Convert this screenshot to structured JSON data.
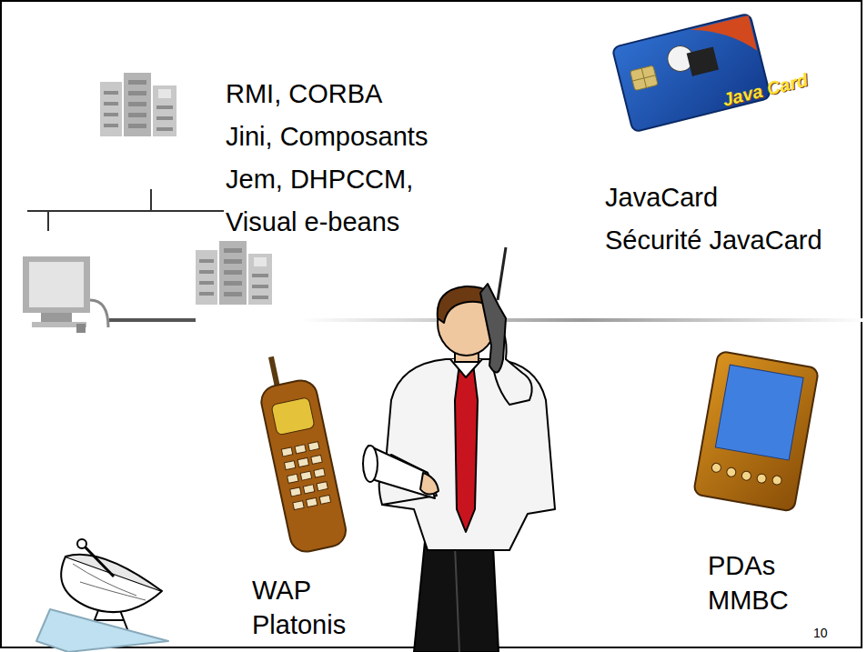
{
  "diagram": {
    "labels": [
      "RMI, CORBA",
      "Jini, Composants",
      "Jem, DHPCCM,",
      "Visual e-beans",
      "Java Card",
      "JavaCard",
      "Sécurité JavaCard",
      "WAP",
      "Platonis",
      "PDAs",
      "MMBC",
      "10"
    ]
  }
}
